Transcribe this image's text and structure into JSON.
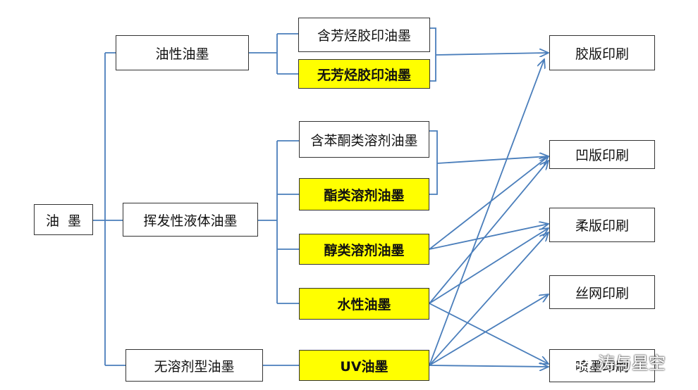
{
  "root": "油  墨",
  "categories": [
    "油性油墨",
    "挥发性液体油墨",
    "无溶剂型油墨"
  ],
  "inks": [
    "含芳烃胶印油墨",
    "无芳烃胶印油墨",
    "含苯酮类溶剂油墨",
    "酯类溶剂油墨",
    "醇类溶剂油墨",
    "水性油墨",
    "UV油墨"
  ],
  "highlighted_inks": [
    "无芳烃胶印油墨",
    "酯类溶剂油墨",
    "醇类溶剂油墨",
    "水性油墨",
    "UV油墨"
  ],
  "highlight_color": "#ffff00",
  "line_color": "#4a7ebb",
  "processes": [
    "胶版印刷",
    "凹版印刷",
    "柔版印刷",
    "丝网印刷",
    "喷墨印刷"
  ],
  "edges": [
    [
      "含芳烃胶印油墨+无芳烃胶印油墨",
      "胶版印刷"
    ],
    [
      "含苯酮类溶剂油墨+酯类溶剂油墨",
      "凹版印刷"
    ],
    [
      "醇类溶剂油墨",
      "凹版印刷"
    ],
    [
      "醇类溶剂油墨",
      "柔版印刷"
    ],
    [
      "水性油墨",
      "凹版印刷"
    ],
    [
      "水性油墨",
      "柔版印刷"
    ],
    [
      "水性油墨",
      "喷墨印刷"
    ],
    [
      "UV油墨",
      "胶版印刷"
    ],
    [
      "UV油墨",
      "柔版印刷"
    ],
    [
      "UV油墨",
      "丝网印刷"
    ],
    [
      "UV油墨",
      "喷墨印刷"
    ]
  ],
  "watermark": "涛与星空"
}
